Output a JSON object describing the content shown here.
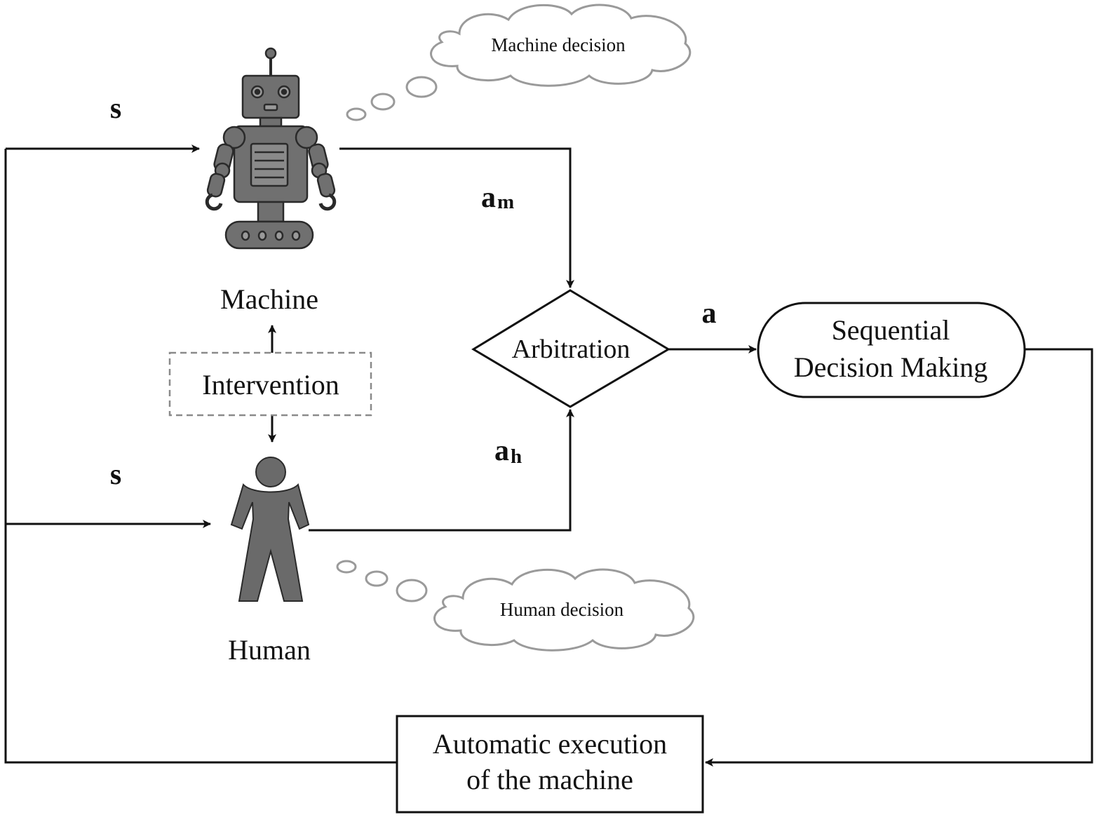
{
  "labels": {
    "state_top": "s",
    "state_bottom": "s",
    "machine": "Machine",
    "human": "Human",
    "intervention": "Intervention",
    "arbitration": "Arbitration",
    "action_machine_base": "a",
    "action_machine_sub": "m",
    "action_human_base": "a",
    "action_human_sub": "h",
    "action_final": "a",
    "sequential_line1": "Sequential",
    "sequential_line2": "Decision Making",
    "execution_line1": "Automatic execution",
    "execution_line2": "of the machine",
    "machine_thought": "Machine decision",
    "human_thought": "Human decision"
  },
  "icons": {
    "machine": "robot-icon",
    "human": "person-icon"
  },
  "colors": {
    "line": "#111111",
    "figure_fill": "#707070",
    "figure_stroke": "#2a2a2a",
    "cloud_stroke": "#9a9a9a",
    "dashed_box": "#8a8a8a"
  }
}
